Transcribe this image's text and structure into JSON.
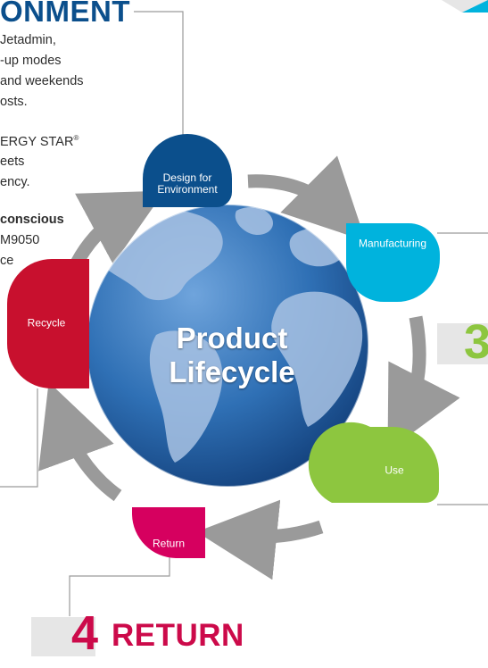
{
  "header": {
    "title": "ONMENT"
  },
  "intro_lines": [
    "Jetadmin,",
    "-up modes",
    "and weekends",
    "osts."
  ],
  "energy_lines": {
    "line1_pre": "ERGY STAR",
    "line1_mark": "®",
    "line2": "eets",
    "line3": "ency."
  },
  "conscious_lines": {
    "bold": "conscious",
    "line2": "M9050",
    "line3": "ce"
  },
  "diagram": {
    "center_title_line1": "Product",
    "center_title_line2": "Lifecycle",
    "stages": [
      {
        "label_line1": "Design for",
        "label_line2": "Environment",
        "color": "#0b4f8c"
      },
      {
        "label_line1": "Manufacturing",
        "label_line2": "",
        "color": "#00b3dd"
      },
      {
        "label_line1": "Use",
        "label_line2": "",
        "color": "#8dc63f"
      },
      {
        "label_line1": "Return",
        "label_line2": "",
        "color": "#d6005f"
      },
      {
        "label_line1": "Recycle",
        "label_line2": "",
        "color": "#c8102e"
      }
    ],
    "arrow_color": "#9a9a9a",
    "globe_color": "#2f70b5"
  },
  "sections": {
    "return_number": "4",
    "return_title": "RETURN",
    "number_3_partial": "3"
  }
}
